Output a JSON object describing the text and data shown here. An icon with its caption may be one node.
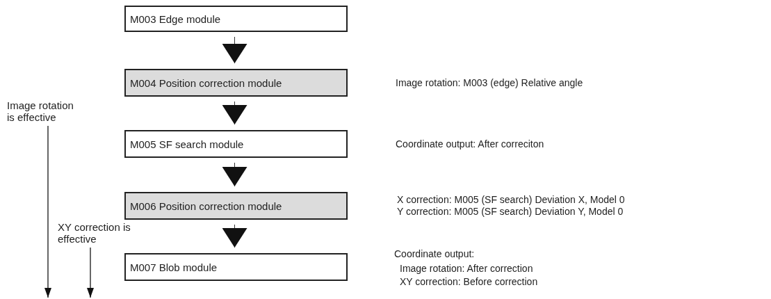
{
  "diagram": {
    "nodes": [
      {
        "text": [
          "M003 Edge module"
        ]
      },
      {
        "text": [
          "M004 Position correction module"
        ]
      },
      {
        "text": [
          "M005 SF search module"
        ]
      },
      {
        "text": [
          "M006 Position correction module"
        ],
        "beside": [
          "X correction: M005 (SF search) Deviation X, Model 0",
          "Y correction: M005 (SF search) Deviation Y, Model 0"
        ]
      },
      {
        "text": [
          "M007 Blob module"
        ],
        "beside": [
          "Coordinate output:",
          "Image rotation: After correction",
          "XY correction: Before correction"
        ]
      },
      {
        "text": [
          "Image rotation is effective"
        ]
      },
      {
        "text": [
          "XY correction is effective"
        ]
      }
    ],
    "edges": [
      {
        "from": 0,
        "to": 1,
        "arrow": "to"
      },
      {
        "from": 1,
        "to": 2,
        "arrow": "to"
      },
      {
        "from": 2,
        "to": 3,
        "arrow": "to"
      },
      {
        "from": 3,
        "to": 4,
        "arrow": "to"
      },
      {
        "from": 5,
        "to": null,
        "arrow": "to"
      },
      {
        "from": 6,
        "to": null,
        "arrow": "to"
      }
    ],
    "labels": [
      "Image rotation: M003 (edge) Relative angle",
      "Coordinate output: After correciton"
    ]
  }
}
